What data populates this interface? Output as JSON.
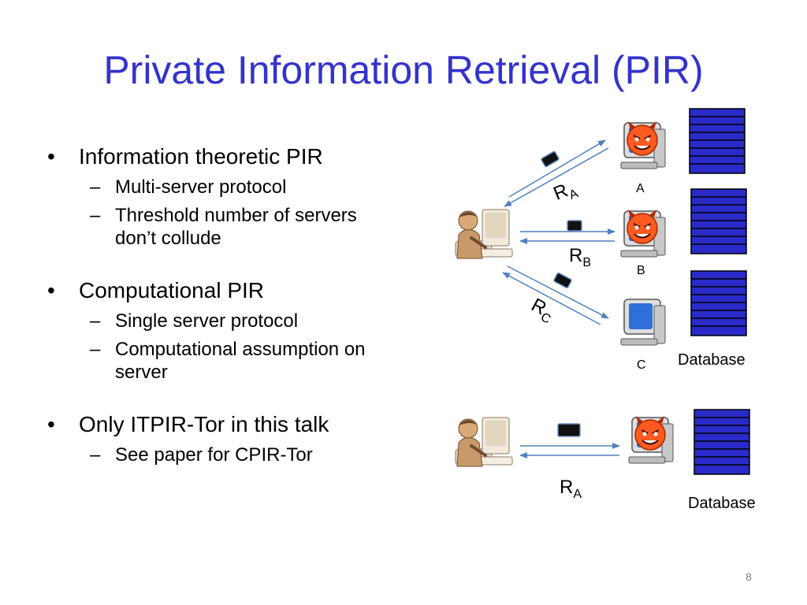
{
  "title": "Private Information Retrieval (PIR)",
  "bullets": [
    {
      "text": "Information theoretic PIR",
      "sub": [
        "Multi-server protocol",
        "Threshold number of servers",
        "don’t collude"
      ]
    },
    {
      "text": "Computational PIR",
      "sub": [
        "Single server protocol",
        "Computational assumption on",
        "server"
      ]
    },
    {
      "text": "Only ITPIR-Tor in this talk",
      "sub": [
        "See paper for CPIR-Tor"
      ]
    }
  ],
  "diagram": {
    "servers": [
      {
        "label": "A",
        "request": "R",
        "subscript": "A",
        "icon": "devil-server-icon"
      },
      {
        "label": "B",
        "request": "R",
        "subscript": "B",
        "icon": "devil-server-icon"
      },
      {
        "label": "C",
        "request": "R",
        "subscript": "C",
        "icon": "server-icon"
      }
    ],
    "database_label": "Database",
    "single": {
      "request": "R",
      "subscript": "A",
      "database_label": "Database"
    }
  },
  "colors": {
    "title": "#3333cc",
    "database": "#2a2ac8",
    "arrow": "#4f81bd"
  },
  "page_number": "8"
}
